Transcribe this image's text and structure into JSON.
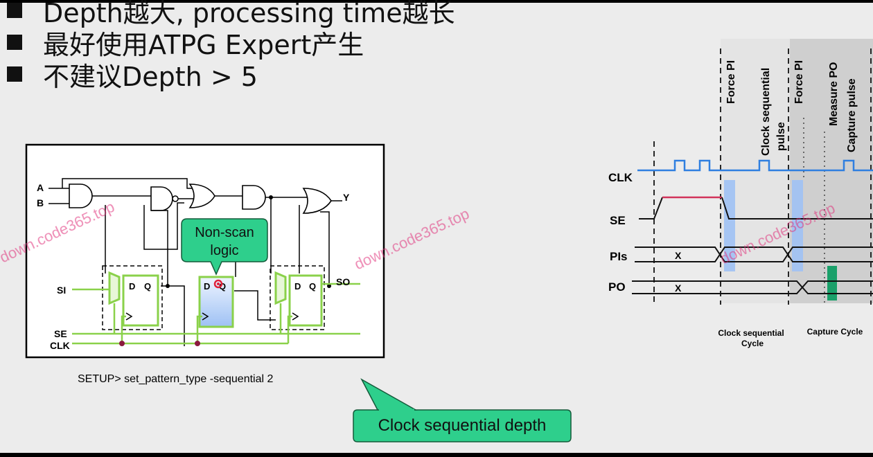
{
  "bullets": [
    "Depth越大, processing time越长",
    "最好使用ATPG Expert产生",
    "不建议Depth > 5"
  ],
  "circuit": {
    "inputs": {
      "a": "A",
      "b": "B"
    },
    "output": "Y",
    "si": "SI",
    "so": "SO",
    "se": "SE",
    "clk": "CLK",
    "ff_d": "D",
    "ff_q": "Q",
    "callout_line1": "Non-scan",
    "callout_line2": "logic",
    "command": "SETUP> set_pattern_type -sequential  2"
  },
  "depth_callout": "Clock sequential depth",
  "timing": {
    "signals": [
      "CLK",
      "SE",
      "PIs",
      "PO"
    ],
    "x_marker": "X",
    "events": {
      "force_pi_1": "Force PI",
      "clock_seq_1": "Clock sequential",
      "clock_seq_2": "pulse",
      "force_pi_2": "Force PI",
      "measure_po": "Measure PO",
      "capture_pulse": "Capture pulse"
    },
    "cycles": {
      "seq_1": "Clock sequential",
      "seq_2": "Cycle",
      "capture": "Capture Cycle"
    }
  },
  "watermark": "down.code365.top",
  "colors": {
    "scan_green": "#8ad14a",
    "callout_green": "#2ecf8c",
    "se_red": "#d2325a",
    "clk_blue": "#2f7fe0",
    "highlight_blue": "#9ec1f4",
    "measure_green": "#1aa06a",
    "capture_gray": "#cfcfcf",
    "clock_dot": "#8b1a3e"
  }
}
